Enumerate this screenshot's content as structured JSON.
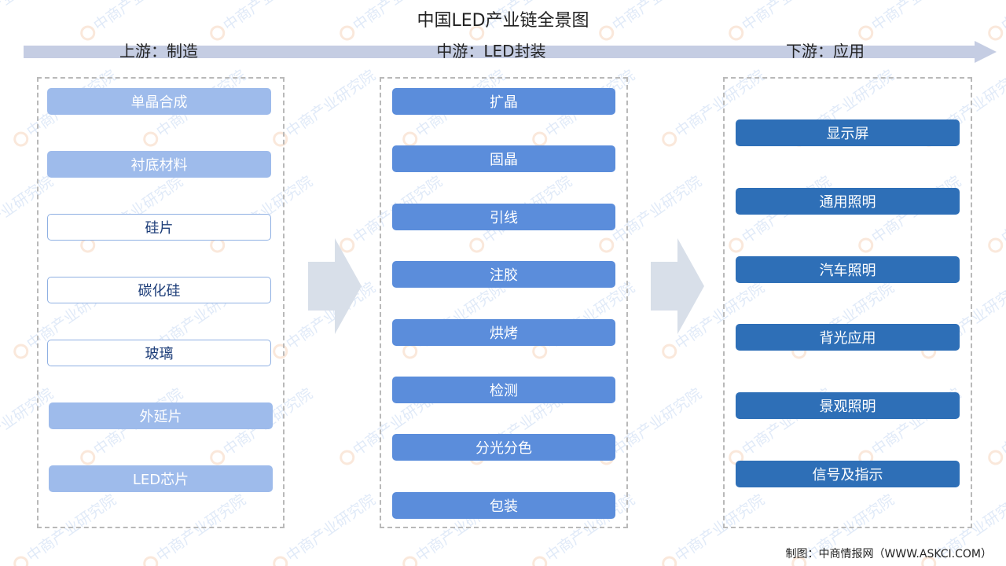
{
  "title": "中国LED产业链全景图",
  "stages": [
    {
      "label": "上游：制造",
      "items": [
        {
          "text": "单晶合成",
          "style": "filled"
        },
        {
          "text": "衬底材料",
          "style": "filled"
        },
        {
          "text": "硅片",
          "style": "outline"
        },
        {
          "text": "碳化硅",
          "style": "outline"
        },
        {
          "text": "玻璃",
          "style": "outline"
        },
        {
          "text": "外延片",
          "style": "filled"
        },
        {
          "text": "LED芯片",
          "style": "filled"
        }
      ]
    },
    {
      "label": "中游：LED封装",
      "items": [
        {
          "text": "扩晶"
        },
        {
          "text": "固晶"
        },
        {
          "text": "引线"
        },
        {
          "text": "注胶"
        },
        {
          "text": "烘烤"
        },
        {
          "text": "检测"
        },
        {
          "text": "分光分色"
        },
        {
          "text": "包装"
        }
      ]
    },
    {
      "label": "下游：应用",
      "items": [
        {
          "text": "显示屏"
        },
        {
          "text": "通用照明"
        },
        {
          "text": "汽车照明"
        },
        {
          "text": "背光应用"
        },
        {
          "text": "景观照明"
        },
        {
          "text": "信号及指示"
        }
      ]
    }
  ],
  "watermark": "中商产业研究院",
  "credit": "制图：中商情报网（WWW.ASKCI.COM）",
  "colors": {
    "upstream_filled": "#9ebbeb",
    "upstream_outline_border": "#8fb0e3",
    "midstream": "#5b8ddb",
    "downstream": "#2e6fb7",
    "flow_arrow": "#c5cde3",
    "stage_arrow": "#d8dfe9"
  }
}
